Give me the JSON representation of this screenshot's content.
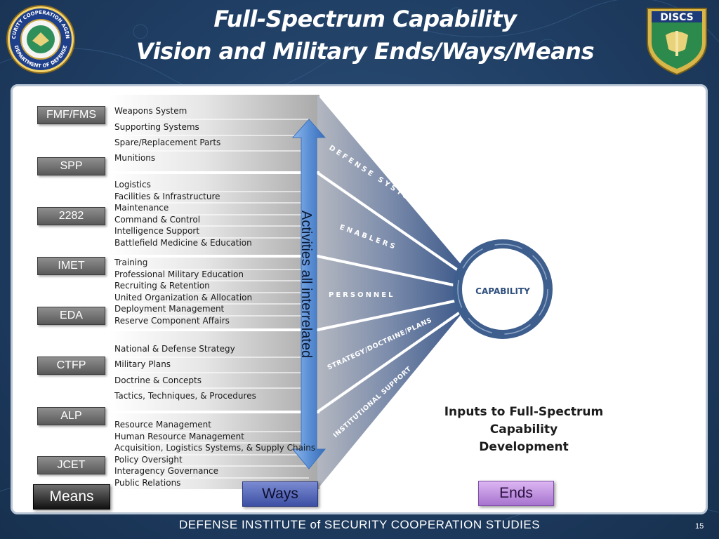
{
  "title": {
    "line1": "Full-Spectrum Capability",
    "line2": "Vision and Military Ends/Ways/Means"
  },
  "left_seal": {
    "top_text": "SECURITY COOPERATION AGENCY",
    "bottom_text": "DEPARTMENT OF DEFENSE"
  },
  "right_seal": {
    "label": "DISCS"
  },
  "means": [
    "FMF/FMS",
    "SPP",
    "2282",
    "IMET",
    "EDA",
    "CTFP",
    "ALP",
    "JCET"
  ],
  "activities": [
    "Weapons System",
    "Supporting Systems",
    "Spare/Replacement Parts",
    "Munitions",
    "Logistics",
    "Facilities & Infrastructure",
    "Maintenance",
    "Command & Control",
    "Intelligence Support",
    "Battlefield Medicine & Education",
    "Training",
    "Professional Military Education",
    "Recruiting & Retention",
    "United Organization & Allocation",
    "Deployment Management",
    "Reserve Component Affairs",
    "National & Defense Strategy",
    "Military Plans",
    "Doctrine & Concepts",
    "Tactics, Techniques, & Procedures",
    "Resource Management",
    "Human Resource Management",
    "Acquisition, Logistics Systems, & Supply Chains",
    "Policy Oversight",
    "Interagency Governance",
    "Public Relations"
  ],
  "arrow_label": "Activities all interrelated",
  "funnel_labels": {
    "defense_system": "DEFENSE SYSTEM",
    "enablers": "ENABLERS",
    "personnel": "PERSONNEL",
    "strategy": "STRATEGY/DOCTRINE/PLANS",
    "institutional": "INSTITUTIONAL SUPPORT"
  },
  "capability_label": "CAPABILITY",
  "inputs_caption": {
    "line1": "Inputs to Full-Spectrum",
    "line2": "Capability",
    "line3": "Development"
  },
  "legend": {
    "means": "Means",
    "ways": "Ways",
    "ends": "Ends"
  },
  "footer": "DEFENSE INSTITUTE of SECURITY COOPERATION STUDIES",
  "page_number": "15",
  "colors": {
    "background": "#1f3d62",
    "funnel": "#4f6b96",
    "capability_ring": "#3e5f8e",
    "arrow": "#5b90d6"
  }
}
